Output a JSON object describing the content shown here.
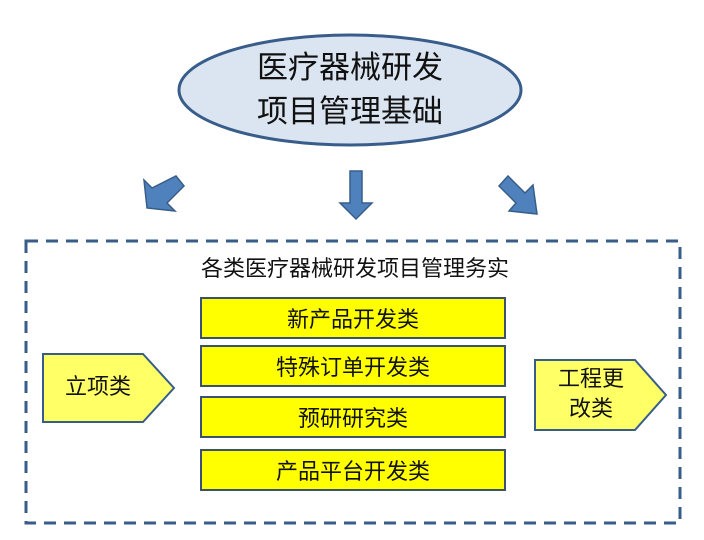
{
  "root": {
    "line1": "医疗器械研发",
    "line2": "项目管理基础"
  },
  "practice": {
    "title": "各类医疗器械研发项目管理务实",
    "categories": [
      {
        "label": "新产品开发类"
      },
      {
        "label": "特殊订单开发类"
      },
      {
        "label": "预研研究类"
      },
      {
        "label": "产品平台开发类"
      }
    ],
    "left_tag": "立项类",
    "right_tag_line1": "工程更",
    "right_tag_line2": "改类"
  },
  "colors": {
    "ellipse_fill": "#dbe5f1",
    "ellipse_stroke": "#385d8a",
    "arrow_fill": "#4f81bd",
    "arrow_stroke": "#385d8a",
    "dash_stroke": "#385d8a",
    "category_fill": "#ffff00",
    "tag_fill": "#ffff66"
  }
}
